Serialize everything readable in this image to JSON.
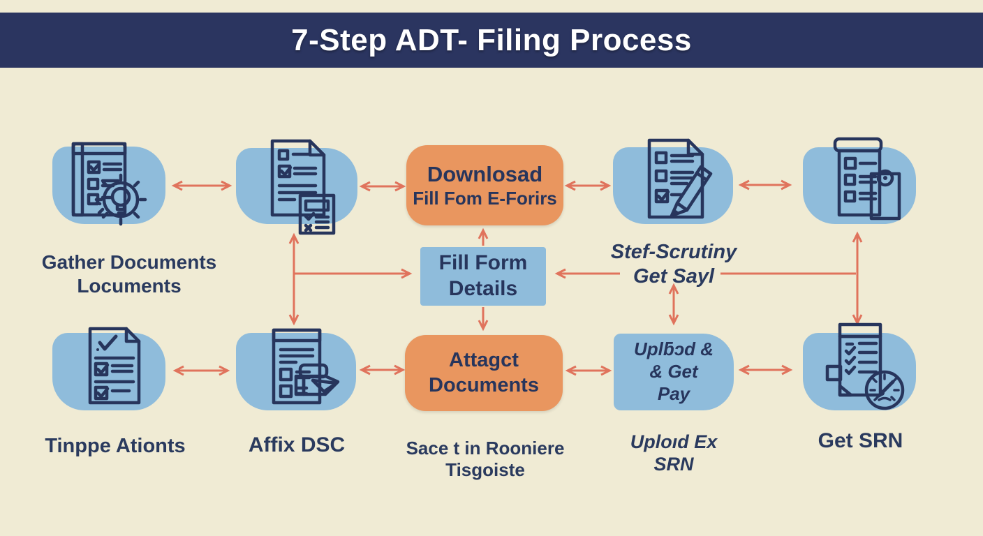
{
  "header": {
    "title": "7-Step ADT- Filing Process"
  },
  "colors": {
    "background": "#F0EBD4",
    "banner": "#2B3560",
    "card_blue": "#8FBCDB",
    "card_orange": "#E9965F",
    "arrow": "#E0735C",
    "text_navy": "#27355C",
    "icon_blue": "#6F9FD0",
    "icon_light_blue": "#A9C7E6"
  },
  "steps": {
    "gather": {
      "icon": "book-gear-lightbulb-icon",
      "label_line1": "Gather Documents",
      "label_line2": "Locuments"
    },
    "checklist": {
      "icon": "document-checklist-icon"
    },
    "download": {
      "box_line1": "Downlosad",
      "box_line2": "Fill Fom E-Forirs"
    },
    "scrutiny": {
      "icon": "document-pencil-icon",
      "label_line1": "Stef-Scrutiny",
      "label_line2": "Get Sayl"
    },
    "notepad": {
      "icon": "notepad-clipboard-icon"
    },
    "fill_form": {
      "box_line1": "Fill Form",
      "box_line2": "Details"
    },
    "type": {
      "icon": "document-check-icon",
      "label": "Tinppe Ationts"
    },
    "affix": {
      "icon": "form-stamp-icon",
      "label": "Affix DSC"
    },
    "attach": {
      "box_line1": "Attagct",
      "box_line2": "Documents",
      "label_line1": "Sace t in Rooniere",
      "label_line2": "Tisgoiste"
    },
    "upload": {
      "box_line1": "Uplƃɔd &",
      "box_line2": "& Get",
      "box_line3": "Pay",
      "label_line1": "Uploıd Ex",
      "label_line2": "SRN"
    },
    "get_srn": {
      "icon": "document-gauge-icon",
      "label": "Get SRN"
    }
  },
  "connections": [
    "gather <-> checklist",
    "checklist <-> download-box",
    "download-box <-> scrutiny",
    "scrutiny <-> notepad",
    "checklist <-> affix (vertical)",
    "checklist -> fill-form-details",
    "download-box <- fill-form-details (vertical)",
    "fill-form-details <- scrutiny line",
    "fill-form-details -> attach-box (vertical)",
    "scrutiny-line <-> upload-box (vertical)",
    "notepad <-> get-srn (vertical)",
    "type <-> affix",
    "affix <-> attach-box",
    "attach-box <-> upload-box",
    "upload-box <-> get-srn"
  ]
}
